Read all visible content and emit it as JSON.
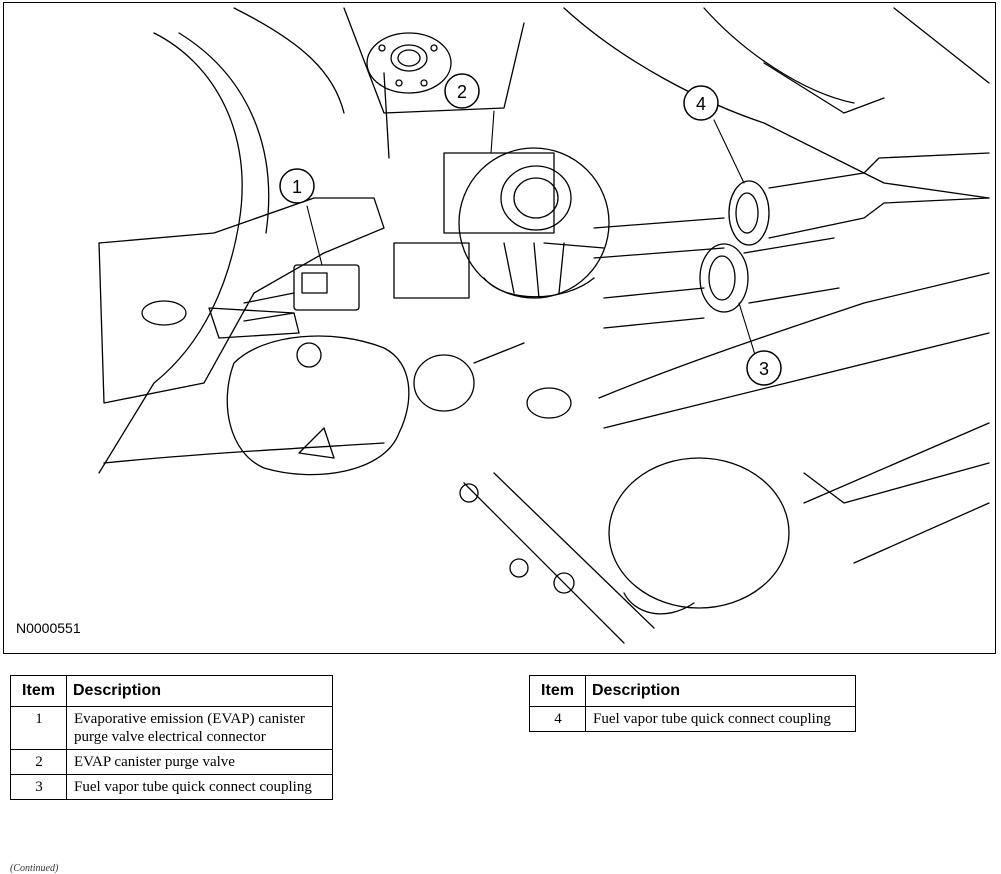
{
  "figure": {
    "id": "N0000551",
    "callouts": [
      "1",
      "2",
      "3",
      "4"
    ]
  },
  "table_left": {
    "headers": {
      "item": "Item",
      "description": "Description"
    },
    "rows": [
      {
        "item": "1",
        "description": "Evaporative emission (EVAP) canister purge valve electrical connector"
      },
      {
        "item": "2",
        "description": "EVAP canister purge valve"
      },
      {
        "item": "3",
        "description": "Fuel vapor tube quick connect coupling"
      }
    ]
  },
  "table_right": {
    "headers": {
      "item": "Item",
      "description": "Description"
    },
    "rows": [
      {
        "item": "4",
        "description": "Fuel vapor tube quick connect coupling"
      }
    ]
  },
  "footer": {
    "continued": "(Continued)"
  }
}
